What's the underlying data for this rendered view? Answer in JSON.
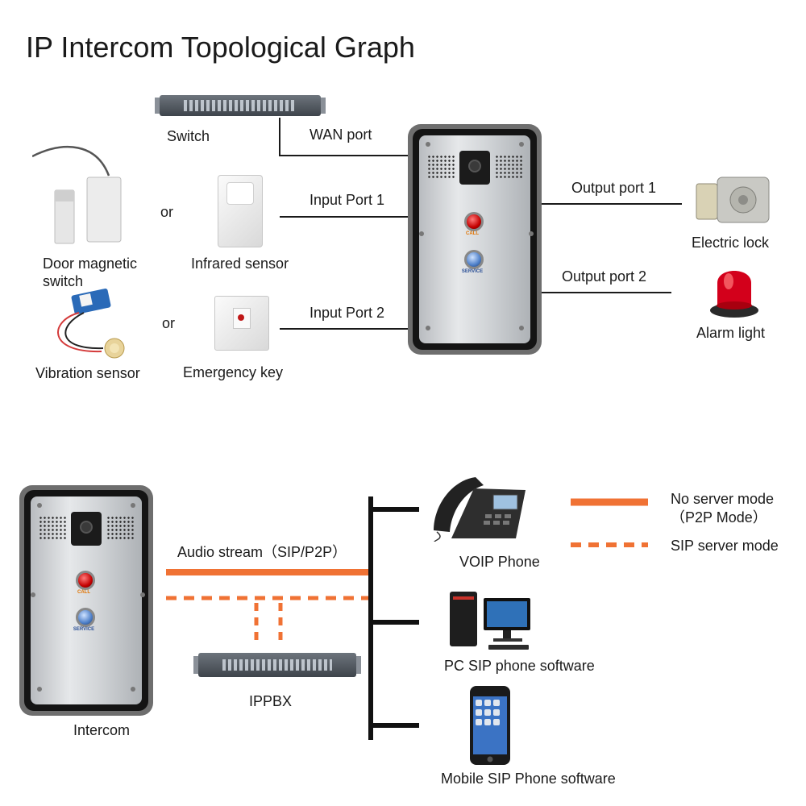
{
  "title": "IP Intercom Topological Graph",
  "top": {
    "switch": "Switch",
    "wan_port": "WAN port",
    "or_1": "or",
    "or_2": "or",
    "door_magnetic_switch": [
      "Door magnetic",
      "switch"
    ],
    "infrared_sensor": "Infrared sensor",
    "vibration_sensor": "Vibration sensor",
    "emergency_key": "Emergency key",
    "input_port_1": "Input Port 1",
    "input_port_2": "Input Port 2",
    "output_port_1": "Output port 1",
    "output_port_2": "Output port 2",
    "electric_lock": "Electric lock",
    "alarm_light": "Alarm light",
    "intercom_call_label": "CALL",
    "intercom_service_label": "SERVICE"
  },
  "bottom": {
    "audio_stream": "Audio stream（SIP/P2P）",
    "ippbx": "IPPBX",
    "intercom": "Intercom",
    "voip_phone": "VOIP Phone",
    "pc_sip": "PC SIP phone software",
    "mobile_sip": "Mobile SIP Phone software",
    "legend": {
      "no_server": "No server mode",
      "p2p": "（P2P Mode）",
      "sip_server": "SIP server mode"
    }
  },
  "colors": {
    "line": "#1a1a1a",
    "p2p": "#f07234",
    "alarm": "#d3001b"
  }
}
